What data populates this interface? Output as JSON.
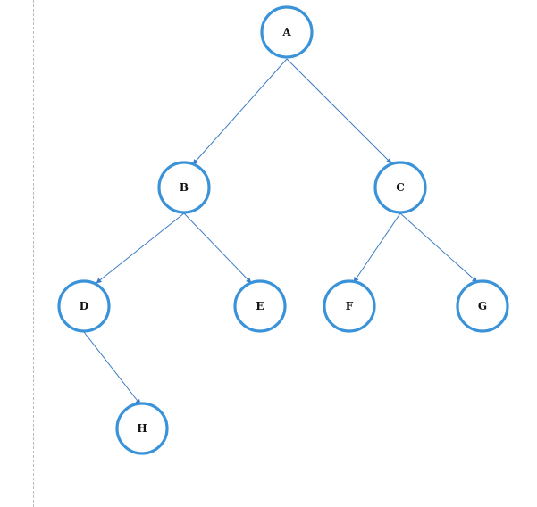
{
  "tree": {
    "nodes": [
      {
        "id": "A",
        "label": "A"
      },
      {
        "id": "B",
        "label": "B"
      },
      {
        "id": "C",
        "label": "C"
      },
      {
        "id": "D",
        "label": "D"
      },
      {
        "id": "E",
        "label": "E"
      },
      {
        "id": "F",
        "label": "F"
      },
      {
        "id": "G",
        "label": "G"
      },
      {
        "id": "H",
        "label": "H"
      }
    ],
    "edges": [
      {
        "from": "A",
        "to": "B"
      },
      {
        "from": "A",
        "to": "C"
      },
      {
        "from": "B",
        "to": "D"
      },
      {
        "from": "B",
        "to": "E"
      },
      {
        "from": "C",
        "to": "F"
      },
      {
        "from": "C",
        "to": "G"
      },
      {
        "from": "D",
        "to": "H"
      }
    ],
    "colors": {
      "node_outline": "#3a93d8",
      "edge": "#3b7cc4"
    }
  }
}
